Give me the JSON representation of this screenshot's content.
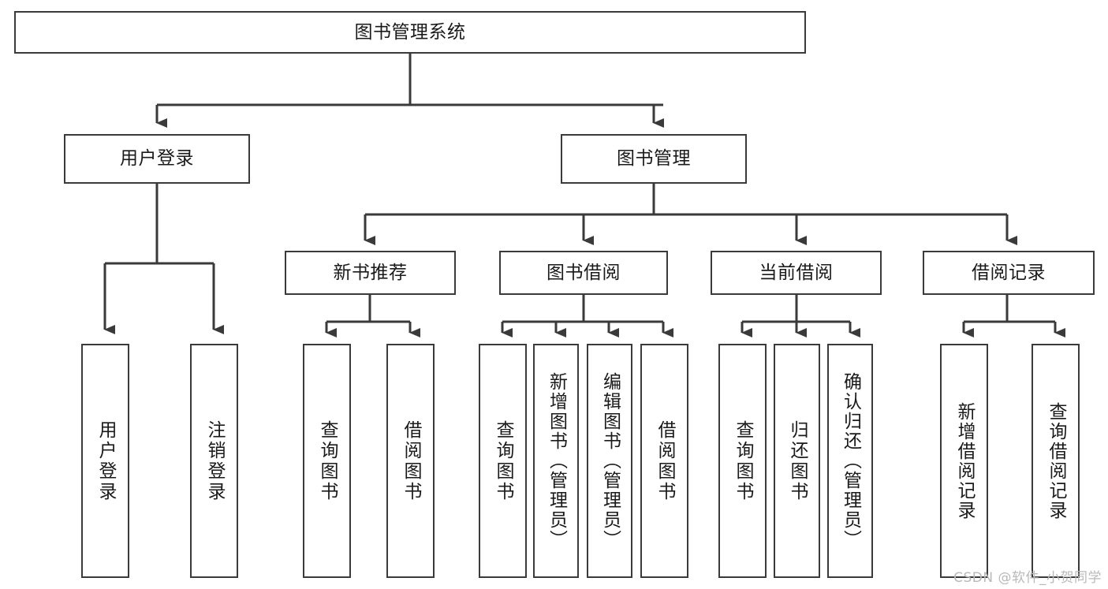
{
  "diagram": {
    "title": "图书管理系统",
    "type": "tree-hierarchy",
    "watermark": "CSDN @软件_小贺同学",
    "colors": {
      "stroke": "#3a3a3a",
      "fill": "#ffffff",
      "text": "#1a1a1a",
      "watermark": "#b9b9b9"
    }
  },
  "nodes": {
    "root": {
      "label": "图书管理系统",
      "level": 0
    },
    "level1": [
      {
        "id": "user-login",
        "label": "用户登录"
      },
      {
        "id": "book-manage",
        "label": "图书管理"
      }
    ],
    "level2": [
      {
        "id": "new-book-rec",
        "label": "新书推荐",
        "parent": "book-manage"
      },
      {
        "id": "book-borrow",
        "label": "图书借阅",
        "parent": "book-manage"
      },
      {
        "id": "current-borrow",
        "label": "当前借阅",
        "parent": "book-manage"
      },
      {
        "id": "borrow-record",
        "label": "借阅记录",
        "parent": "book-manage"
      }
    ],
    "leaves": [
      {
        "id": "leaf-user-login",
        "label": "用户登录",
        "parent": "user-login"
      },
      {
        "id": "leaf-logout",
        "label": "注销登录",
        "parent": "user-login"
      },
      {
        "id": "leaf-query-book-1",
        "label": "查询图书",
        "parent": "new-book-rec"
      },
      {
        "id": "leaf-borrow-book-1",
        "label": "借阅图书",
        "parent": "new-book-rec"
      },
      {
        "id": "leaf-query-book-2",
        "label": "查询图书",
        "parent": "book-borrow"
      },
      {
        "id": "leaf-add-book",
        "label": "新增图书（管理员）",
        "parent": "book-borrow"
      },
      {
        "id": "leaf-edit-book",
        "label": "编辑图书（管理员）",
        "parent": "book-borrow"
      },
      {
        "id": "leaf-borrow-book-2",
        "label": "借阅图书",
        "parent": "book-borrow"
      },
      {
        "id": "leaf-query-book-3",
        "label": "查询图书",
        "parent": "current-borrow"
      },
      {
        "id": "leaf-return-book",
        "label": "归还图书",
        "parent": "current-borrow"
      },
      {
        "id": "leaf-confirm-return",
        "label": "确认归还（管理员）",
        "parent": "current-borrow"
      },
      {
        "id": "leaf-add-record",
        "label": "新增借阅记录",
        "parent": "borrow-record"
      },
      {
        "id": "leaf-query-record",
        "label": "查询借阅记录",
        "parent": "borrow-record"
      }
    ]
  }
}
